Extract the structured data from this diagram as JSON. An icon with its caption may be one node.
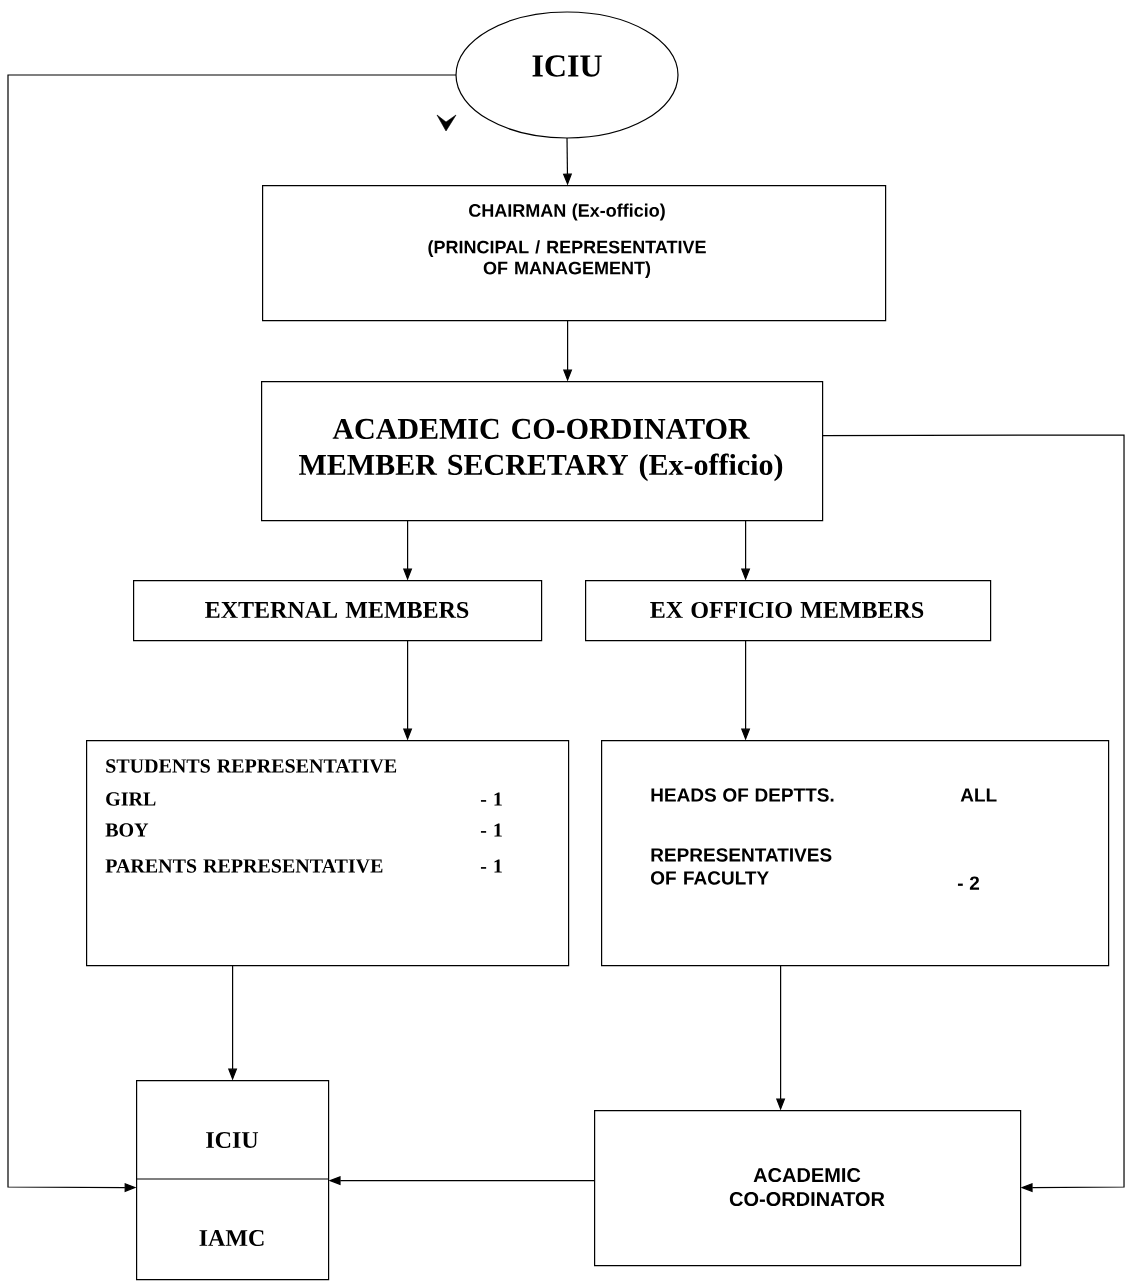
{
  "diagram": {
    "nodes": [
      {
        "text": [
          "ICIU"
        ]
      },
      {
        "text": [
          "CHAIRMAN (Ex-officio)",
          "(PRINCIPAL / REPRESENTATIVE OF MANAGEMENT)"
        ]
      },
      {
        "text": [
          "ACADEMIC CO-ORDINATOR MEMBER SECRETARY (Ex-officio)"
        ]
      },
      {
        "text": [
          "EXTERNAL MEMBERS"
        ]
      },
      {
        "text": [
          "EX OFFICIO MEMBERS"
        ]
      },
      {
        "text": [
          "STUDENTS REPRESENTATIVE",
          "GIRL",
          "- 1",
          "BOY",
          "- 1",
          "PARENTS REPRESENTATIVE",
          "- 1"
        ]
      },
      {
        "text": [
          "HEADS OF DEPTTS.",
          "ALL",
          "REPRESENTATIVES OF FACULTY",
          "- 2"
        ]
      },
      {
        "text": [
          "ICIU",
          "IAMC"
        ]
      },
      {
        "text": [
          "ACADEMIC CO-ORDINATOR"
        ]
      }
    ],
    "edges": [
      {
        "from": 0,
        "to": 1,
        "arrow": "to"
      },
      {
        "from": 1,
        "to": 2,
        "arrow": "to"
      },
      {
        "from": 2,
        "to": 3,
        "arrow": "to"
      },
      {
        "from": 2,
        "to": 4,
        "arrow": "to"
      },
      {
        "from": 3,
        "to": 5,
        "arrow": "to"
      },
      {
        "from": 4,
        "to": 6,
        "arrow": "to"
      },
      {
        "from": 5,
        "to": 7,
        "arrow": "to"
      },
      {
        "from": 6,
        "to": 8,
        "arrow": "to"
      },
      {
        "from": 0,
        "to": 7,
        "arrow": "to"
      },
      {
        "from": 2,
        "to": 8,
        "arrow": "to"
      },
      {
        "from": 8,
        "to": 7,
        "arrow": "to"
      }
    ]
  }
}
